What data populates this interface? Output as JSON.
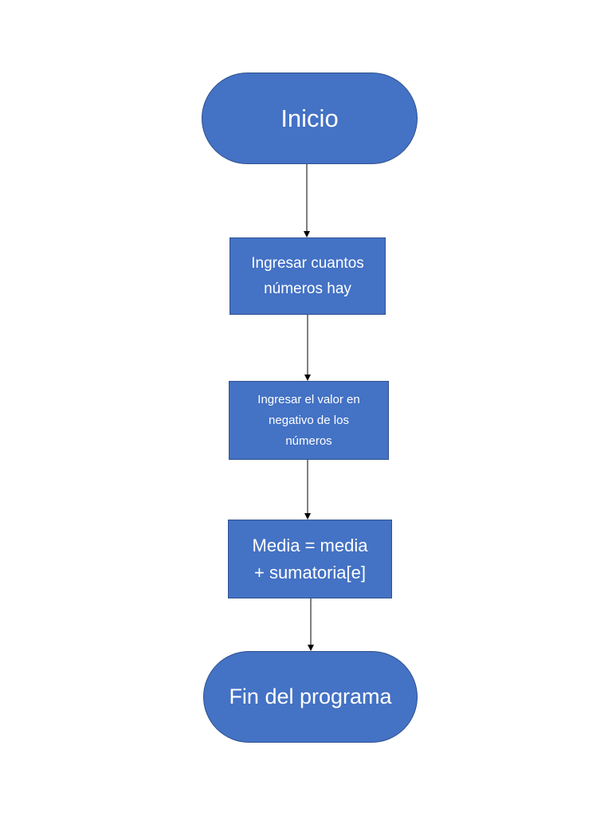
{
  "flowchart": {
    "start": {
      "label": "Inicio"
    },
    "steps": [
      {
        "label": "Ingresar cuantos\nnúmeros hay"
      },
      {
        "label": "Ingresar el valor en\nnegativo de los\nnúmeros"
      },
      {
        "label": "Media = media\n+ sumatoria[e]"
      }
    ],
    "end": {
      "label": "Fin del programa"
    }
  },
  "colors": {
    "node_fill": "#4472C4",
    "node_border": "#2F528F",
    "node_text": "#FFFFFF",
    "connector": "#000000"
  }
}
